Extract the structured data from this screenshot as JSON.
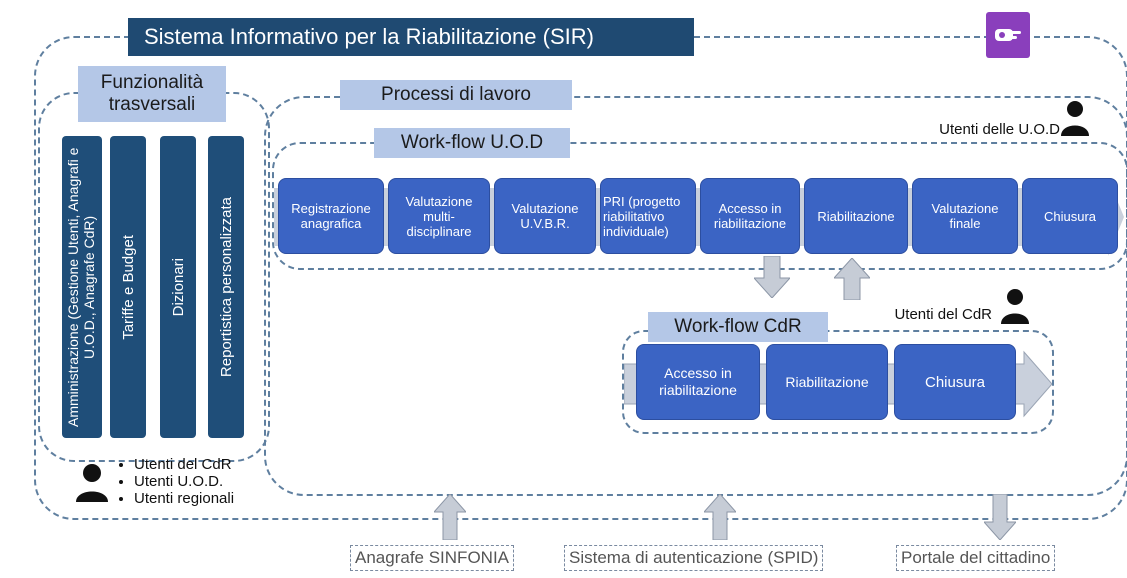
{
  "title": "Sistema Informativo per la Riabilitazione (SIR)",
  "logo_icon": "hand-pointer-logo-icon",
  "trasversali": {
    "title": "Funzionalità trasversali",
    "bars": [
      "Amministrazione (Gestione Utenti, Anagrafi e U.O.D., Anagrafe CdR)",
      "Tariffe e Budget",
      "Dizionari",
      "Reportistica personalizzata"
    ],
    "users": [
      "Utenti del CdR",
      "Utenti U.O.D.",
      "Utenti regionali"
    ]
  },
  "processi": {
    "title": "Processi di lavoro",
    "uod": {
      "title": "Work-flow U.O.D",
      "users_label": "Utenti delle U.O.D",
      "steps": [
        "Registrazione anagrafica",
        "Valutazione multi-disciplinare",
        "Valutazione U.V.B.R.",
        "PRI (progetto riabilitativo individuale)",
        "Accesso in riabilitazione",
        "Riabilitazione",
        "Valutazione finale",
        "Chiusura"
      ]
    },
    "cdr": {
      "title": "Work-flow CdR",
      "users_label": "Utenti del CdR",
      "steps": [
        "Accesso in riabilitazione",
        "Riabilitazione",
        "Chiusura"
      ]
    }
  },
  "external": [
    "Anagrafe SINFONIA",
    "Sistema di autenticazione (SPID)",
    "Portale del cittadino"
  ],
  "colors": {
    "title_bg": "#1f4a72",
    "label_bg": "#b4c7e7",
    "bar_bg": "#1f4e79",
    "step_bg": "#3b64c4",
    "logo_bg": "#8a3fbc",
    "arrow_grey": "#c6ccd6",
    "dash": "#5f7f9f"
  }
}
